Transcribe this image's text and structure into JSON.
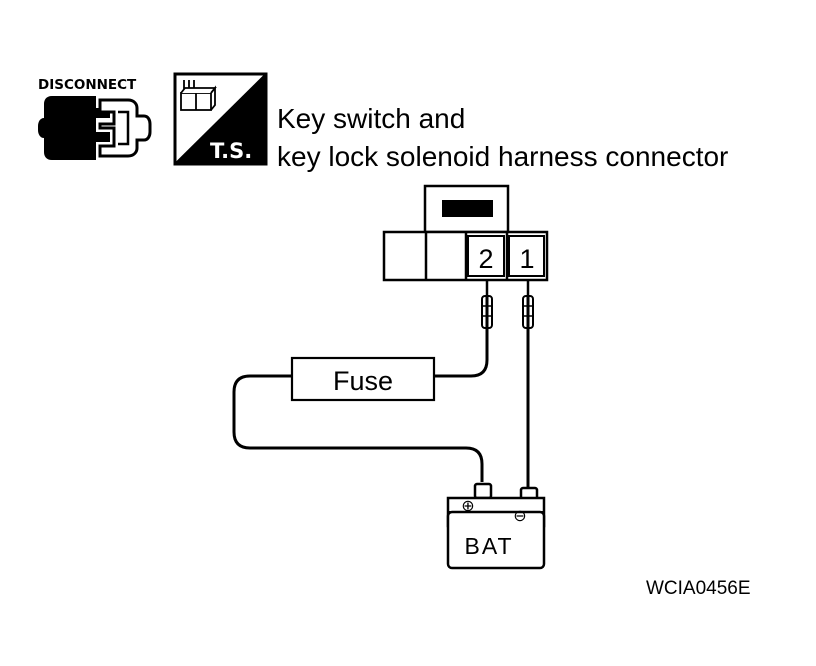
{
  "disconnect_label": "DISCONNECT",
  "ts_label": "T.S.",
  "title": {
    "line1": "Key switch and",
    "line2": "key lock solenoid harness connector"
  },
  "connector": {
    "terminals": [
      "2",
      "1"
    ]
  },
  "fuse_label": "Fuse",
  "battery": {
    "label": "BAT",
    "positive_symbol": "⊕",
    "negative_symbol": "⊖"
  },
  "figure_code": "WCIA0456E",
  "colors": {
    "ink": "#000000",
    "paper": "#ffffff"
  }
}
